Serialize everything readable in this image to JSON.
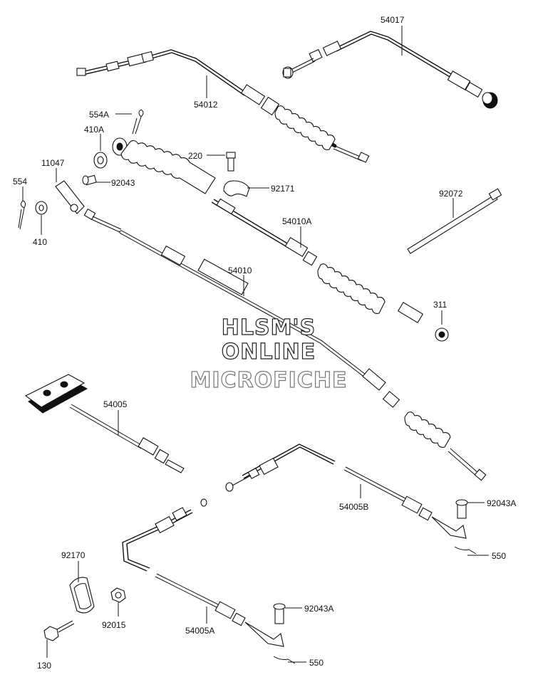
{
  "labels": {
    "p54017": "54017",
    "p54012": "54012",
    "p554A": "554A",
    "p410A": "410A",
    "p220": "220",
    "p11047": "11047",
    "p92043": "92043",
    "p92171": "92171",
    "p554": "554",
    "p92072": "92072",
    "p410": "410",
    "p54010A": "54010A",
    "p54010": "54010",
    "p311": "311",
    "p54005": "54005",
    "p54005B": "54005B",
    "p92043A_1": "92043A",
    "p550_1": "550",
    "p92170": "92170",
    "p92015": "92015",
    "p92043A_2": "92043A",
    "p54005A": "54005A",
    "p130": "130",
    "p550_2": "550"
  },
  "watermark": {
    "line1": "HLSM'S",
    "line2": "ONLINE",
    "line3": "MICROFICHE"
  }
}
